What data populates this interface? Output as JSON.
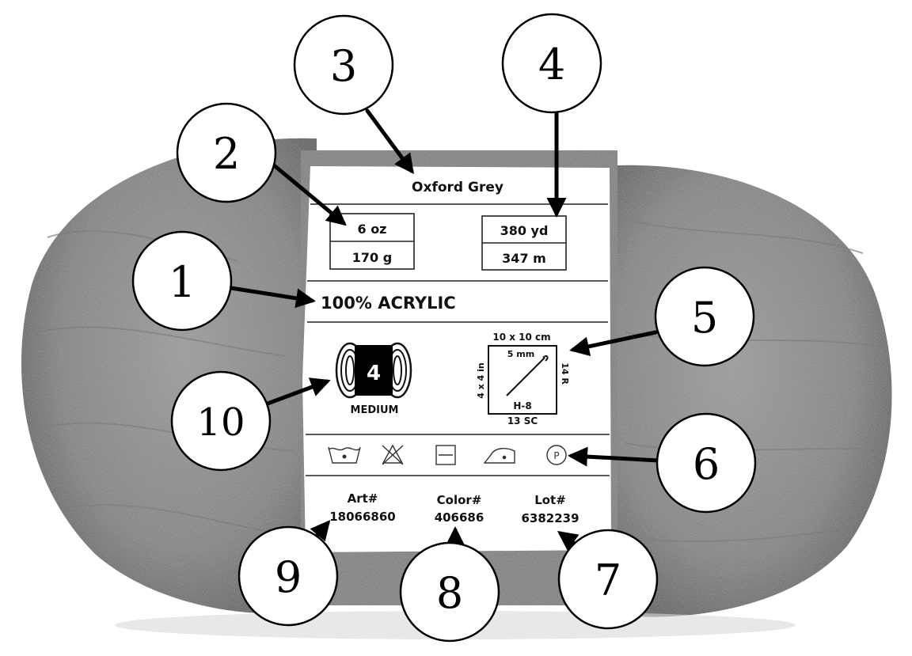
{
  "label": {
    "color_name": "Oxford Grey",
    "weight_oz": "6 oz",
    "weight_g": "170 g",
    "length_yd": "380 yd",
    "length_m": "347 m",
    "fiber": "100% ACRYLIC",
    "yarn_weight_number": "4",
    "yarn_weight_name": "MEDIUM",
    "gauge": {
      "swatch_size": "10 x 10 cm",
      "needle_size": "5 mm",
      "swatch_size_in": "4 x 4 in",
      "rows": "14 R",
      "hook_size": "H-8",
      "stitches": "13 SC"
    },
    "care_symbol": "P",
    "art_label": "Art#",
    "art_value": "18066860",
    "color_label": "Color#",
    "color_value": "406686",
    "lot_label": "Lot#",
    "lot_value": "6382239"
  },
  "callouts": [
    "1",
    "2",
    "3",
    "4",
    "5",
    "6",
    "7",
    "8",
    "9",
    "10"
  ],
  "colors": {
    "yarn": "#858585",
    "yarn_dark": "#5f5f5f",
    "label_bg": "#ffffff",
    "ink": "#111111"
  }
}
